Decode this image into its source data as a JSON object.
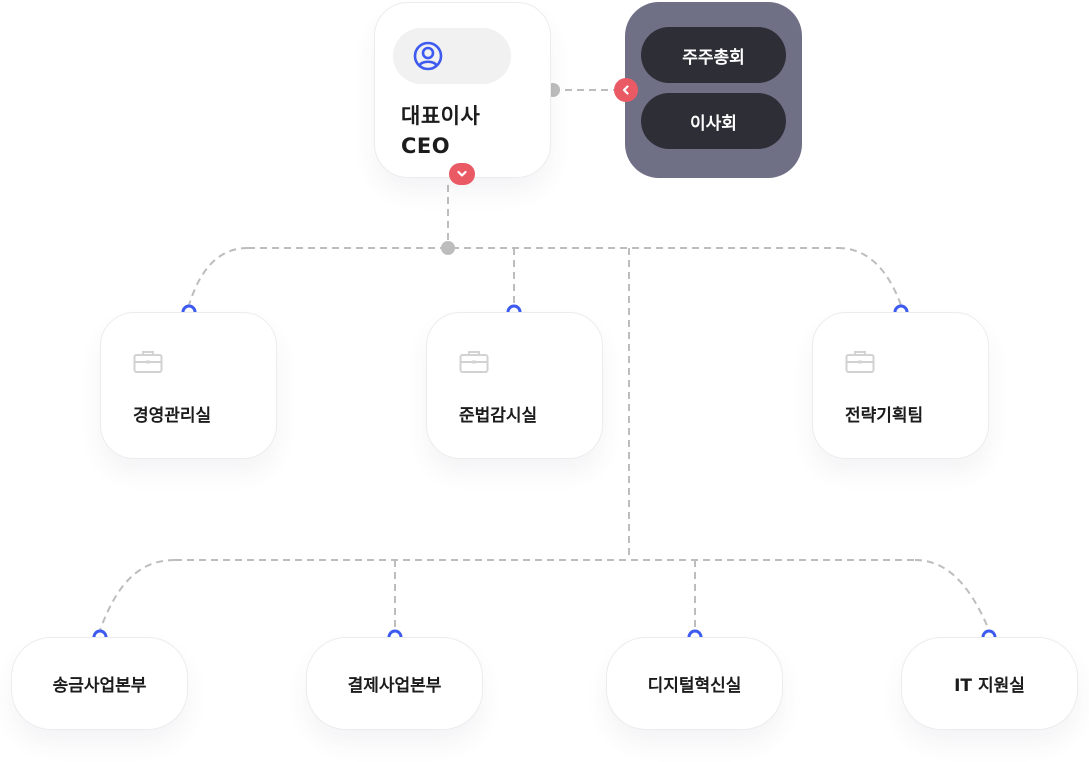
{
  "ceo": {
    "title_line1": "대표이사",
    "title_line2": "CEO",
    "icon": "user-circle-icon",
    "collapse_icon": "chevron-down-icon"
  },
  "board": {
    "items": [
      {
        "label": "주주총회"
      },
      {
        "label": "이사회"
      }
    ],
    "toggle_icon": "chevron-left-icon"
  },
  "departments": [
    {
      "label": "경영관리실",
      "icon": "briefcase-icon"
    },
    {
      "label": "준법감시실",
      "icon": "briefcase-icon"
    },
    {
      "label": "전략기획팀",
      "icon": "briefcase-icon"
    }
  ],
  "divisions": [
    {
      "label": "송금사업본부"
    },
    {
      "label": "결제사업본부"
    },
    {
      "label": "디지털혁신실"
    },
    {
      "label": "IT 지원실"
    }
  ],
  "colors": {
    "accent_blue": "#3d5af1",
    "toggle_red": "#ea5a64",
    "board_panel": "#6f6f86",
    "board_button": "#2e2e36",
    "connector_gray": "#bdbdbd"
  }
}
